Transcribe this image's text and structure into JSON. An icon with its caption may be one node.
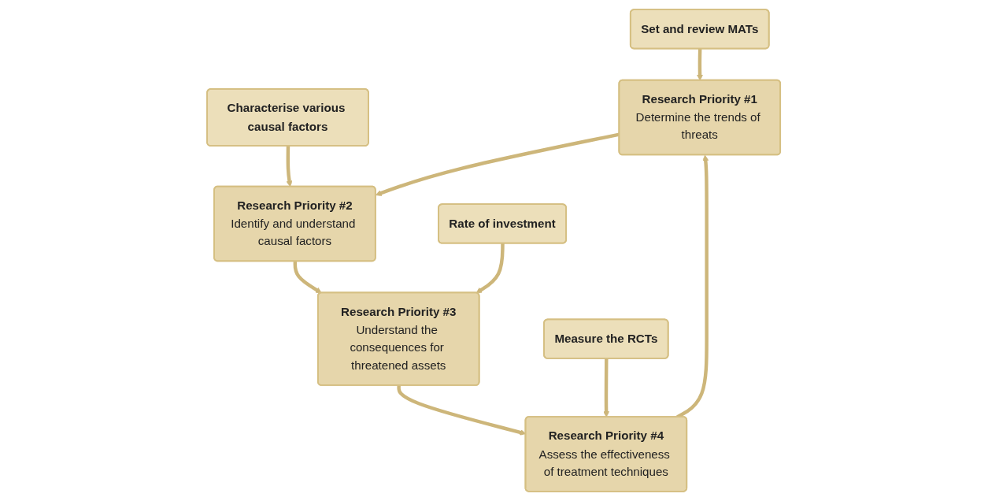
{
  "diagram": {
    "nodes": [
      {
        "text": [
          "Set and review MATs"
        ]
      },
      {
        "text": [
          "Characterise various causal factors"
        ]
      },
      {
        "text": [
          "Research Priority #1",
          "Determine the trends of threats"
        ]
      },
      {
        "text": [
          "Research Priority #2",
          "Identify and understand causal factors"
        ]
      },
      {
        "text": [
          "Research Priority #4",
          "Assess the effectiveness of treatment techniques"
        ]
      },
      {
        "text": [
          "Research Priority #3",
          "Understand the consequences for threatened assets"
        ]
      },
      {
        "text": [
          "Measure the RCTs"
        ]
      },
      {
        "text": [
          "Rate of investment"
        ]
      }
    ],
    "edges": [
      {
        "from": 0,
        "to": 2,
        "arrow": "to"
      },
      {
        "from": 1,
        "to": 3,
        "arrow": "to"
      },
      {
        "from": 2,
        "to": 3,
        "arrow": "to"
      },
      {
        "from": 3,
        "to": 5,
        "arrow": "to"
      },
      {
        "from": 5,
        "to": 4,
        "arrow": "to"
      },
      {
        "from": 4,
        "to": 2,
        "arrow": "to"
      },
      {
        "from": 6,
        "to": 4,
        "arrow": "to"
      },
      {
        "from": 7,
        "to": 5,
        "arrow": "to"
      }
    ]
  }
}
